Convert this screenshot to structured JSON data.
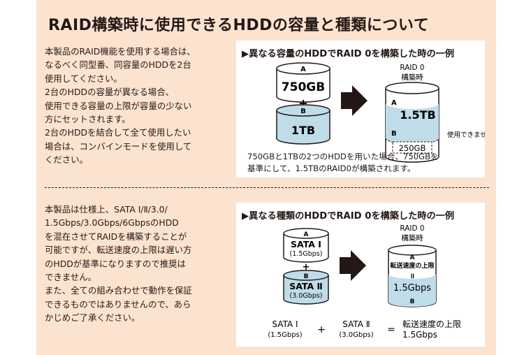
{
  "title": "RAID構築時に使用できるHDDの容量と種類について",
  "section1": {
    "paragraph": [
      "本製品のRAID機能を使用する場合は、",
      "なるべく同型番、同容量のHDDを2台",
      "使用してください。",
      "2台のHDDの容量が異なる場合、",
      "使用できる容量の上限が容量の少ない",
      "方にセットされます。",
      "2台のHDDを結合して全て使用したい",
      "場合は、コンバインモードを使用して",
      "ください。"
    ],
    "diagram": {
      "heading": "▶異なる容量のHDDでRAID 0を構築した時の一例",
      "disk_a_letter": "A",
      "disk_a_label": "750GB",
      "plus": "+",
      "disk_b_letter": "B",
      "disk_b_label": "1TB",
      "raid_label_line1": "RAID 0",
      "raid_label_line2": "構築時",
      "result_a_letter": "A",
      "result_label": "1.5TB",
      "result_b_letter": "B",
      "unused_label": "250GB",
      "unused_note": "使用できません",
      "caption": [
        "750GBと1TBの2つのHDDを用いた場合、750GBを",
        "基準にして、1.5TBのRAID0が構築されます。"
      ]
    }
  },
  "section2": {
    "paragraph": [
      "本製品は仕様上、SATA Ⅰ/Ⅱ/3.0/",
      "1.5Gbps/3.0Gbps/6GbpsのHDD",
      "を混在させてRAIDを構築することが",
      "可能ですが、転送速度の上限は遅い方",
      "のHDDが基準になりますので推奨は",
      "できません。",
      "また、全ての組み合わせで動作を保証",
      "できるものではありませんので、あら",
      "かじめご了承ください。"
    ],
    "diagram": {
      "heading": "▶異なる種類のHDDでRAID 0を構築した時の一例",
      "disk_a_letter": "A",
      "disk_a_label": "SATA Ⅰ",
      "disk_a_speed": "(1.5Gbps)",
      "plus": "+",
      "disk_b_letter": "B",
      "disk_b_label": "SATA Ⅱ",
      "disk_b_speed": "(3.0Gbps)",
      "raid_label_line1": "RAID 0",
      "raid_label_line2": "構築時",
      "result_a_letter": "A",
      "result_limit": "転送速度の上限",
      "result_equals": "=",
      "result_speed": "1.5Gbps",
      "result_b_letter": "B",
      "formula": {
        "term1": "SATA Ⅰ",
        "term1_speed": "(1.5Gbps)",
        "plus": "+",
        "term2": "SATA Ⅱ",
        "term2_speed": "(3.0Gbps)",
        "equals": "=",
        "result": "転送速度の上限",
        "result_speed": "1.5Gbps"
      }
    }
  },
  "colors": {
    "background": "#fbe3d0",
    "disk_fill": "#bfdce9",
    "ink": "#231815",
    "panel": "#ffffff"
  }
}
